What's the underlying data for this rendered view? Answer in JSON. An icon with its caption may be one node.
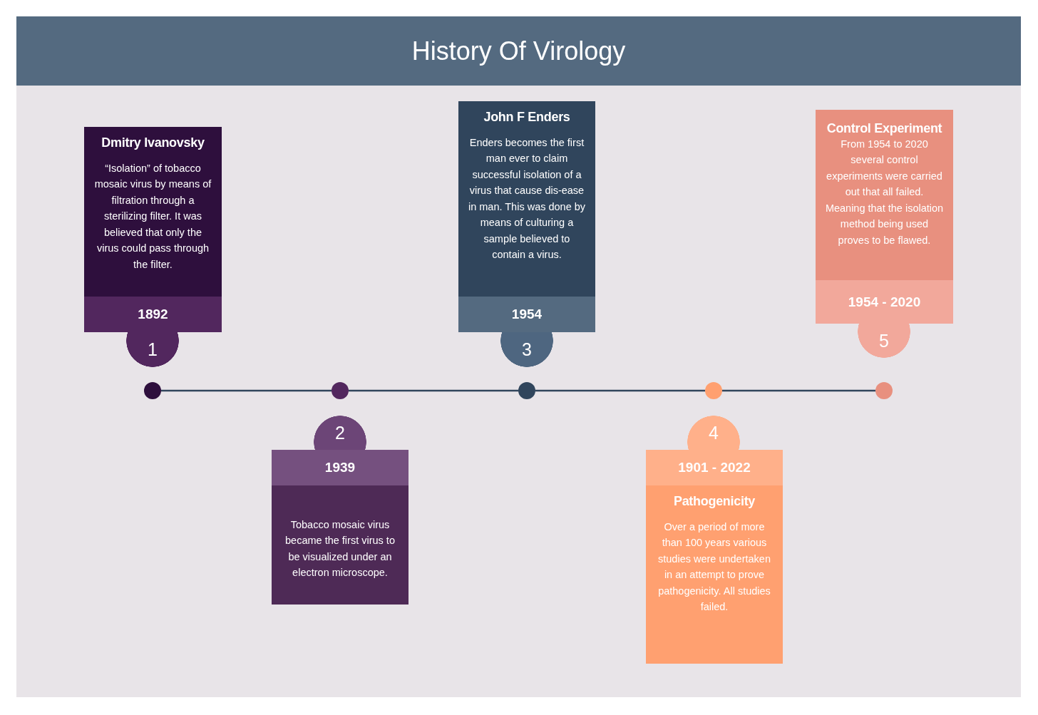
{
  "diagram": {
    "title": "History Of Virology",
    "nodes": [
      {
        "text": [
          "Dmitry Ivanovsky",
          "“Isolation” of tobacco mosaic virus by means of filtration through a sterilizing filter. It was believed that only the virus could pass through the filter.",
          "1892"
        ]
      },
      {
        "text": [
          "1"
        ]
      },
      {
        "text": [
          "1939",
          "Tobacco mosaic virus became the first virus to be visualized under an electron microscope."
        ]
      },
      {
        "text": [
          "2"
        ]
      },
      {
        "text": [
          "John F Enders",
          "Enders becomes the first man ever to claim successful isolation of a virus that cause dis-ease in man. This was done by means of culturing a sample believed to contain a virus.",
          "1954"
        ]
      },
      {
        "text": [
          "3"
        ]
      },
      {
        "text": [
          "1901 - 2022",
          "Pathogenicity",
          "Over a period of more than 100 years various studies were undertaken in an attempt to prove pathogenicity. All studies failed."
        ]
      },
      {
        "text": [
          "4"
        ]
      },
      {
        "text": [
          "Control Experiment",
          "From 1954 to 2020 several control experiments were carried out that all failed. Meaning that the isolation method being used proves to be flawed.",
          "1954 - 2020"
        ]
      },
      {
        "text": [
          "5"
        ]
      },
      {
        "text": [],
        "shape": "circle"
      },
      {
        "text": [],
        "shape": "circle"
      },
      {
        "text": [],
        "shape": "circle"
      },
      {
        "text": [],
        "shape": "circle"
      },
      {
        "text": [],
        "shape": "circle"
      }
    ],
    "edges": [
      {
        "from": 10,
        "to": 11,
        "arrow": "none"
      },
      {
        "from": 11,
        "to": 12,
        "arrow": "none"
      },
      {
        "from": 12,
        "to": 13,
        "arrow": "none"
      },
      {
        "from": 13,
        "to": 14,
        "arrow": "none"
      }
    ]
  }
}
